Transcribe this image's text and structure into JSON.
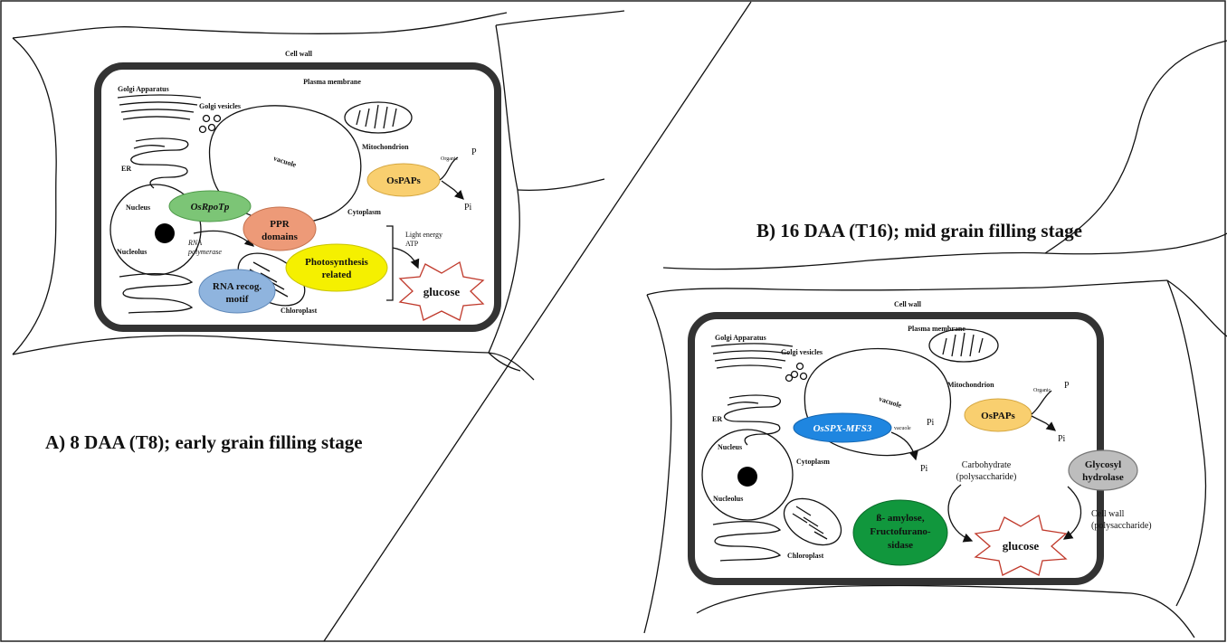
{
  "panel_a": {
    "title": "A) 8 DAA (T8); early grain filling stage",
    "labels": {
      "cell_wall": "Cell wall",
      "plasma_membrane": "Plasma membrane",
      "golgi_apparatus": "Golgi Apparatus",
      "golgi_vesicles": "Golgi vesicles",
      "er": "ER",
      "vacuole": "vacuole",
      "mitochondrion": "Mitochondrion",
      "organic": "Organic",
      "p": "P",
      "pi": "Pi",
      "nucleus": "Nucleus",
      "nucleolus": "Nucleolus",
      "rna_polymerase_1": "RNA",
      "rna_polymerase_2": "polymerase",
      "cytoplasm": "Cytoplasm",
      "light_energy": "Light energy",
      "atp": "ATP",
      "chloroplast": "Chloroplast",
      "glucose": "glucose"
    },
    "ellipses": {
      "osrpotp": "OsRpoTp",
      "ospaps": "OsPAPs",
      "ppr_1": "PPR",
      "ppr_2": "domains",
      "photo_1": "Photosynthesis",
      "photo_2": "related",
      "rna_recog_1": "RNA recog.",
      "rna_recog_2": "motif"
    }
  },
  "panel_b": {
    "title": "B) 16 DAA (T16); mid grain filling stage",
    "labels": {
      "cell_wall": "Cell wall",
      "plasma_membrane": "Plasma membrane",
      "golgi_apparatus": "Golgi Apparatus",
      "golgi_vesicles": "Golgi vesicles",
      "er": "ER",
      "vacuole": "vacuole",
      "mitochondrion": "Mitochondrion",
      "organic": "Organic",
      "p": "P",
      "pi": "Pi",
      "vacuole_pi_prefix": "vacuole",
      "nucleus": "Nucleus",
      "nucleolus": "Nucleolus",
      "cytoplasm": "Cytoplasm",
      "carbohydrate_1": "Carbohydrate",
      "carbohydrate_2": "(polysaccharide)",
      "cell_wall_poly_1": "Cell wall",
      "cell_wall_poly_2": "(polysaccharide)",
      "chloroplast": "Chloroplast",
      "glucose": "glucose"
    },
    "ellipses": {
      "osspx": "OsSPX-MFS3",
      "ospaps": "OsPAPs",
      "glycosyl_1": "Glycosyl",
      "glycosyl_2": "hydrolase",
      "amylase_1": "ß- amylose,",
      "amylase_2": "Fructofurano-",
      "amylase_3": "sidase"
    }
  },
  "colors": {
    "osrpotp": "#7cc576",
    "ospaps": "#f9cf6f",
    "ppr": "#ed9a78",
    "photosynthesis": "#f5f000",
    "rna_recog": "#8fb4de",
    "osspx": "#1f86e0",
    "glycosyl": "#bdbdbd",
    "amylase": "#11973d",
    "glucose_star": "#c0392b",
    "membrane": "#333333"
  }
}
